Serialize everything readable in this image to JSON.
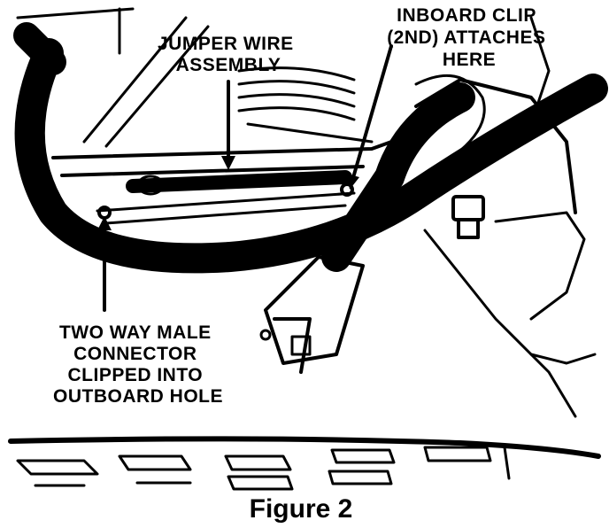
{
  "labels": {
    "jumper_wire": [
      "JUMPER WIRE",
      "ASSEMBLY"
    ],
    "inboard_clip": [
      "INBOARD CLIP",
      "(2ND) ATTACHES",
      "HERE"
    ],
    "two_way_connector": [
      "TWO WAY MALE",
      "CONNECTOR",
      "CLIPPED INTO",
      "OUTBOARD HOLE"
    ]
  },
  "caption": "Figure 2",
  "colors": {
    "ink": "#000000",
    "paper": "#ffffff"
  }
}
